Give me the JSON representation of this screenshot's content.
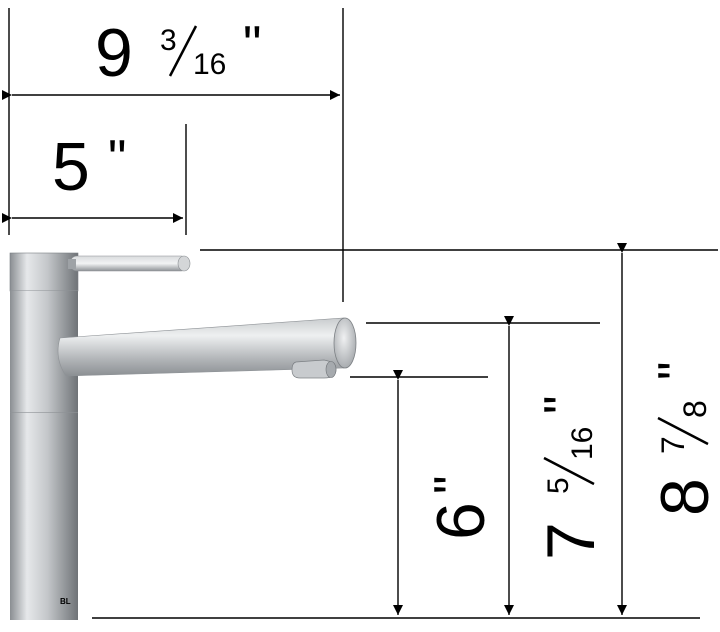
{
  "dimensions": {
    "overall_width": {
      "whole": "9",
      "numerator": "3",
      "denominator": "16",
      "unit": "\""
    },
    "base_width": {
      "whole": "5",
      "unit": "\""
    },
    "spout_clearance": {
      "whole": "6",
      "unit": "\""
    },
    "spout_height": {
      "whole": "7",
      "numerator": "5",
      "denominator": "16",
      "unit": "\""
    },
    "total_height": {
      "whole": "8",
      "numerator": "7",
      "denominator": "8",
      "unit": "\""
    }
  },
  "product": {
    "type": "faucet-side-view",
    "finish": "brushed-stainless",
    "logo_text": "BL"
  },
  "colors": {
    "line": "#000000",
    "metal_light": "#e2e4e6",
    "metal_mid": "#b9bcbf",
    "metal_dark": "#7d8185"
  }
}
